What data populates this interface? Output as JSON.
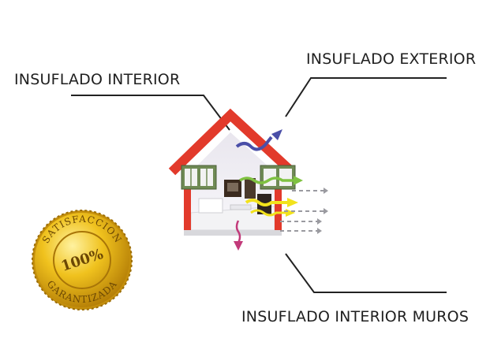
{
  "labels": {
    "interior": "INSUFLADO INTERIOR",
    "exterior": "INSUFLADO EXTERIOR",
    "muros": "INSUFLADO INTERIOR MUROS"
  },
  "seal": {
    "top_text": "SATISFACCION",
    "bottom_text": "GARANTIZADA",
    "center_text": "100%"
  },
  "colors": {
    "roof": "#e23a2b",
    "seal_gold": "#e8b514",
    "seal_dark": "#a87508",
    "window_green": "#6f8a54",
    "arrow_yellow": "#f2e21c",
    "arrow_green": "#7fc241",
    "arrow_blue": "#4a4fa8",
    "arrow_pink": "#c23a7a"
  }
}
